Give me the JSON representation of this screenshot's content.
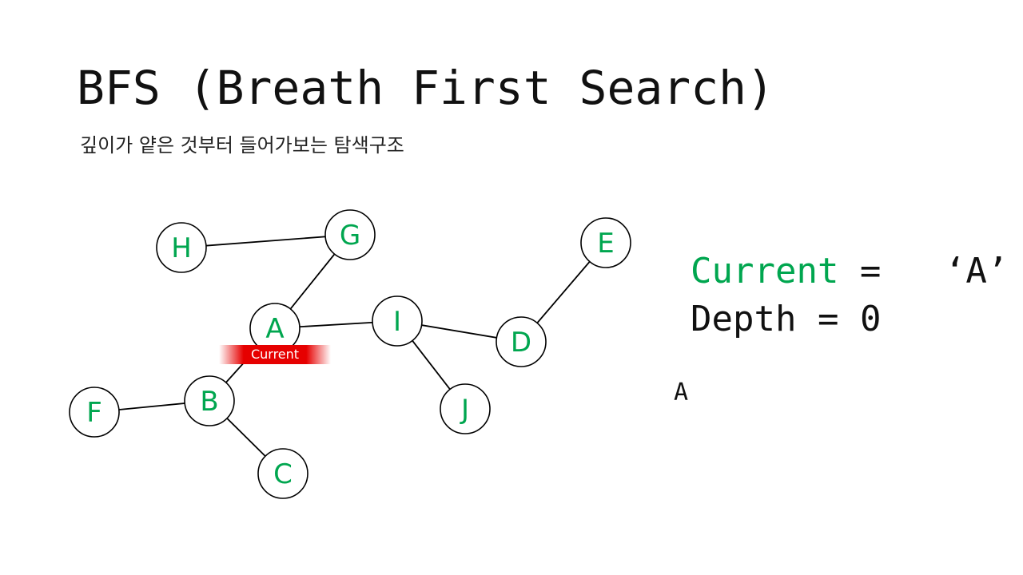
{
  "slide": {
    "title": "BFS (Breath First Search)",
    "subtitle": "깊이가 얕은 것부터 들어가보는 탐색구조"
  },
  "graph": {
    "node_color": "#00a64f",
    "nodes": [
      {
        "id": "A",
        "label": "A"
      },
      {
        "id": "B",
        "label": "B"
      },
      {
        "id": "C",
        "label": "C"
      },
      {
        "id": "D",
        "label": "D"
      },
      {
        "id": "E",
        "label": "E"
      },
      {
        "id": "F",
        "label": "F"
      },
      {
        "id": "G",
        "label": "G"
      },
      {
        "id": "H",
        "label": "H"
      },
      {
        "id": "I",
        "label": "I"
      },
      {
        "id": "J",
        "label": "J"
      }
    ],
    "edges": [
      [
        "H",
        "G"
      ],
      [
        "G",
        "A"
      ],
      [
        "A",
        "I"
      ],
      [
        "I",
        "D"
      ],
      [
        "D",
        "E"
      ],
      [
        "I",
        "J"
      ],
      [
        "A",
        "B"
      ],
      [
        "B",
        "F"
      ],
      [
        "B",
        "C"
      ]
    ],
    "current_node": "A",
    "current_marker": {
      "label": "Current",
      "color": "#e60000"
    }
  },
  "status": {
    "current_key": "Current",
    "current_eq": " = ",
    "current_value": "‘A’",
    "depth_key": "Depth",
    "depth_eq": " = ",
    "depth_value": "0"
  },
  "queue": {
    "text": "A"
  }
}
